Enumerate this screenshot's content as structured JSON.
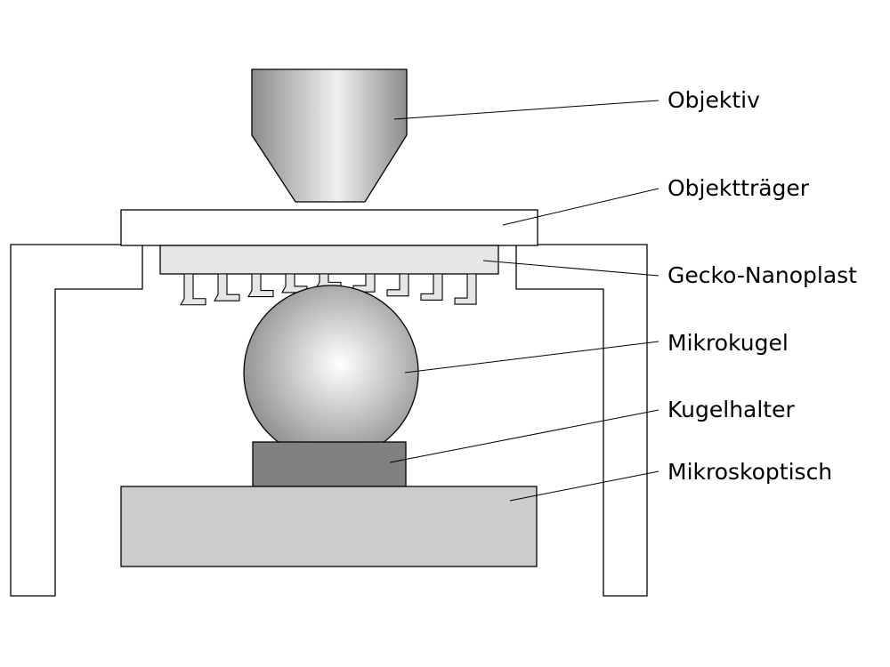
{
  "labels": {
    "objektiv": "Objektiv",
    "objekttraeger": "Objektträger",
    "nanoplast": "Gecko-Nanoplast",
    "mikrokugel": "Mikrokugel",
    "kugelhalter": "Kugelhalter",
    "mikroskoptisch": "Mikroskoptisch"
  },
  "colors": {
    "objektiv_edge": "#8c8c8c",
    "objektiv_center": "#f0f0f0",
    "objekttraeger": "#ffffff",
    "nanoplast": "#e6e6e6",
    "mikrokugel_light": "#ffffff",
    "mikrokugel_dark": "#8c8c8c",
    "kugelhalter": "#808080",
    "mikroskoptisch": "#cccccc",
    "frame": "#ffffff"
  }
}
